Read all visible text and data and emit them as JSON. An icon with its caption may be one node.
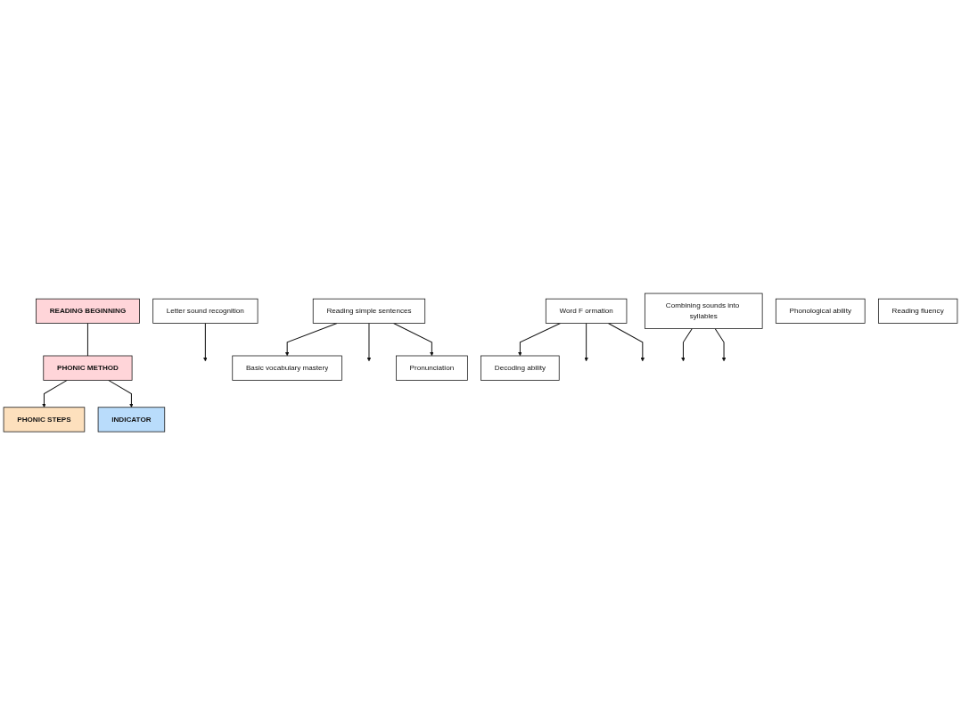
{
  "diagram": {
    "nodes": [
      {
        "text": [
          "READING BEGINNING"
        ]
      },
      {
        "text": [
          "PHONIC METHOD"
        ]
      },
      {
        "text": [
          "PHONIC STEPS"
        ]
      },
      {
        "text": [
          "INDICATOR"
        ]
      },
      {
        "text": [
          "Letter sound recognition"
        ]
      },
      {
        "text": [
          "Combining sounds into syllables"
        ]
      },
      {
        "text": [
          "Word F ormation"
        ]
      },
      {
        "text": [
          "Reading simple sentences"
        ]
      },
      {
        "text": [
          "Phonological ability"
        ]
      },
      {
        "text": [
          "Decoding ability"
        ]
      },
      {
        "text": [
          "Basic vocabulary mastery"
        ]
      },
      {
        "text": [
          "Reading fluency"
        ]
      },
      {
        "text": [
          "Pronunciation"
        ]
      }
    ],
    "edges": [
      {
        "from": 0,
        "to": 1,
        "arrow": "none"
      },
      {
        "from": 1,
        "to": 2,
        "arrow": "to"
      },
      {
        "from": 1,
        "to": 3,
        "arrow": "to"
      },
      {
        "from": 4,
        "to": null,
        "arrow": "to"
      },
      {
        "from": 5,
        "to": null,
        "arrow": "to"
      },
      {
        "from": 5,
        "to": null,
        "arrow": "to"
      },
      {
        "from": 6,
        "to": 9,
        "arrow": "to"
      },
      {
        "from": 6,
        "to": null,
        "arrow": "to"
      },
      {
        "from": 6,
        "to": null,
        "arrow": "to"
      },
      {
        "from": 7,
        "to": 10,
        "arrow": "to"
      },
      {
        "from": 7,
        "to": null,
        "arrow": "to"
      },
      {
        "from": 7,
        "to": 12,
        "arrow": "to"
      }
    ]
  }
}
